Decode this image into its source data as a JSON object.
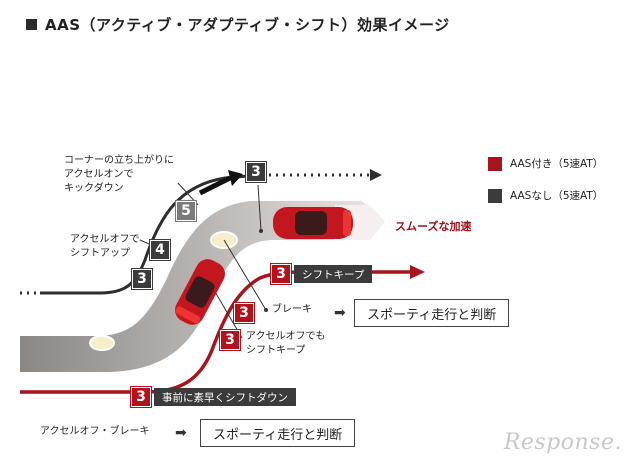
{
  "title": "AAS（アクティブ・アダプティブ・シフト）効果イメージ",
  "legend": [
    {
      "label": "AAS付き（5速AT）",
      "color": "#a8141c"
    },
    {
      "label": "AASなし（5速AT）",
      "color": "#3b3b3b"
    }
  ],
  "annotations": {
    "kickdown": "コーナーの立ち上がりに\nアクセルオンで\nキックダウン",
    "shiftup": "アクセルオフで\nシフトアップ",
    "brake": "ブレーキ",
    "keep": "アクセルオフでも\nシフトキープ",
    "accel_brake": "アクセルオフ・ブレーキ"
  },
  "gears": {
    "g3_top": "3",
    "g5": "5",
    "g4": "4",
    "g3_left": "3",
    "g3_keep": "3",
    "g3_mid1": "3",
    "g3_mid2": "3",
    "g3_bottom": "3"
  },
  "tags": {
    "shift_keep": "シフトキープ",
    "downshift": "事前に素早くシフトダウン"
  },
  "results": {
    "top": "スポーティ走行と判断",
    "bottom": "スポーティ走行と判断",
    "arrow": "➡"
  },
  "smooth_accel": "スムーズな加速",
  "logo": "Response."
}
